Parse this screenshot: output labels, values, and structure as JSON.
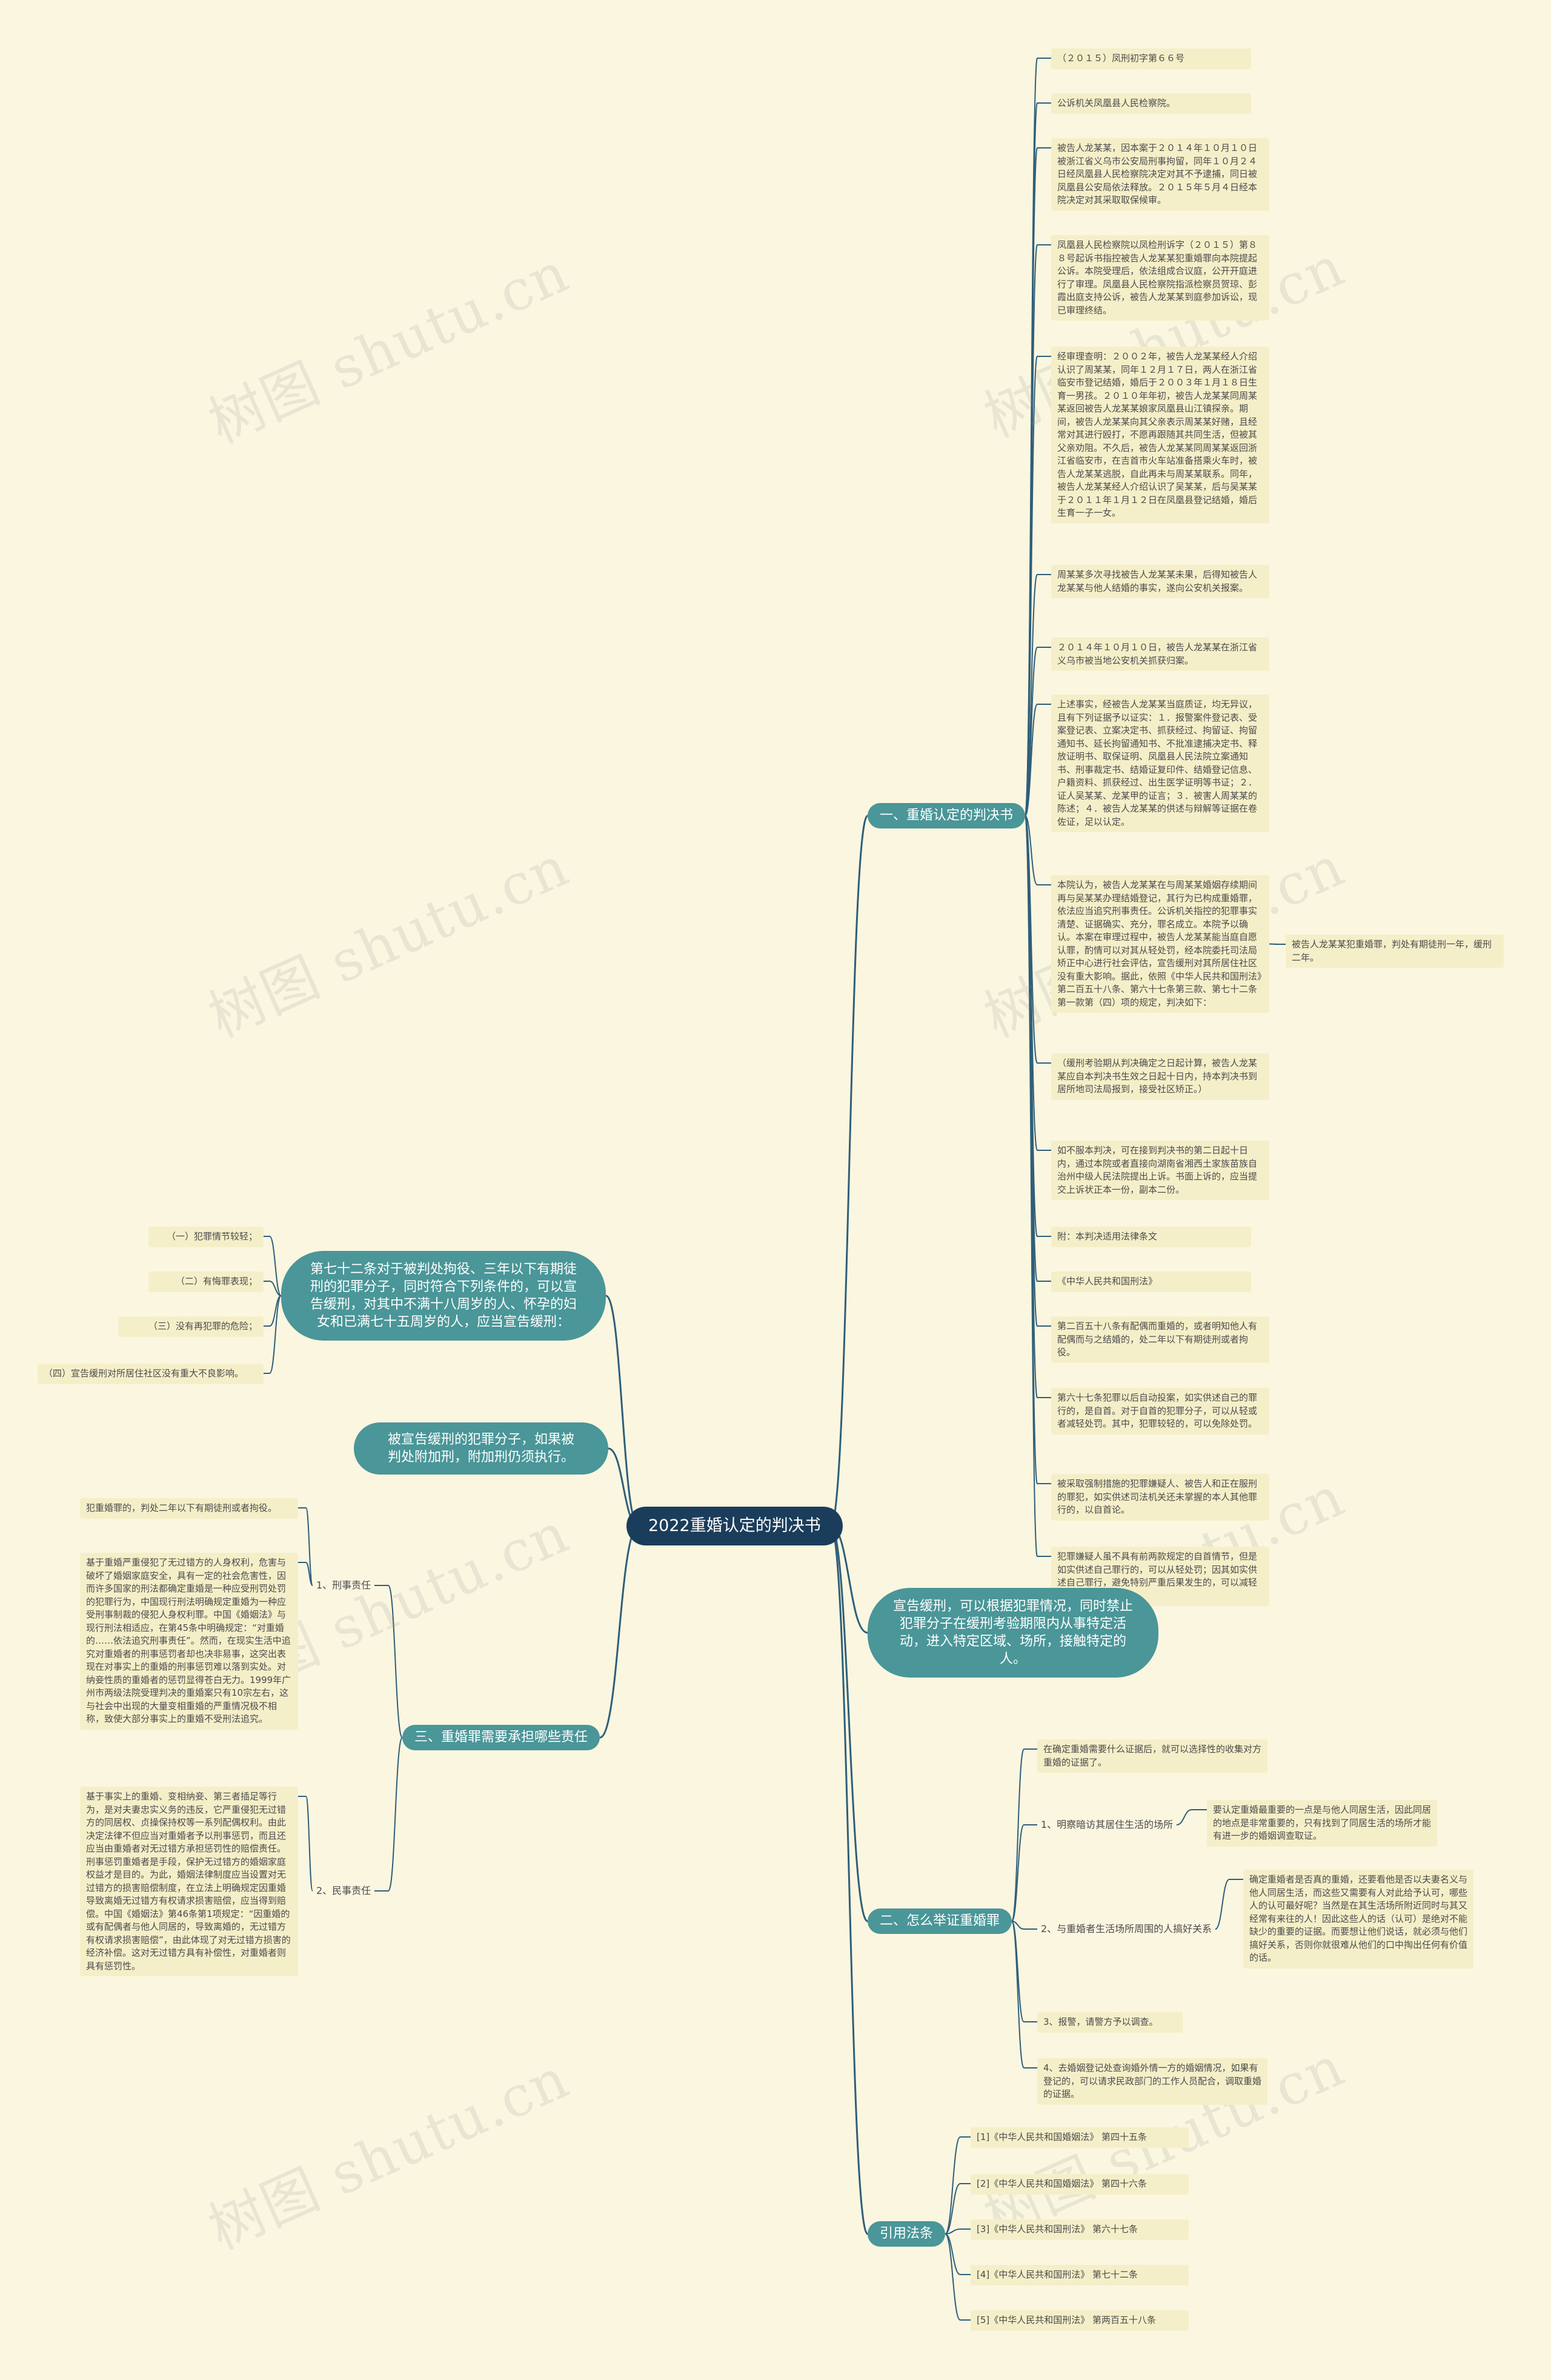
{
  "root": {
    "title": "2022重婚认定的判决书"
  },
  "watermark": "树图 shutu.cn",
  "branch1": {
    "label": "一、重婚认定的判决书",
    "items": [
      "（２０１５）凤刑初字第６６号",
      "公诉机关凤凰县人民检察院。",
      "被告人龙某某，因本案于２０１４年１０月１０日被浙江省义乌市公安局刑事拘留，同年１０月２４日经凤凰县人民检察院决定对其不予逮捕，同日被凤凰县公安局依法释放。２０１５年５月４日经本院决定对其采取取保候审。",
      "凤凰县人民检察院以凤检刑诉字（２０１５）第８８号起诉书指控被告人龙某某犯重婚罪向本院提起公诉。本院受理后，依法组成合议庭，公开开庭进行了审理。凤凰县人民检察院指派检察员贺琼、彭霞出庭支持公诉，被告人龙某某到庭参加诉讼，现已审理终结。",
      "经审理查明：２００２年，被告人龙某某经人介绍认识了周某某，同年１２月１７日，两人在浙江省临安市登记结婚，婚后于２００３年１月１８日生育一男孩。２０１０年年初，被告人龙某某同周某某返回被告人龙某某娘家凤凰县山江镇探亲。期间，被告人龙某某向其父亲表示周某某好赌，且经常对其进行殴打，不愿再跟随其共同生活，但被其父亲劝阻。不久后，被告人龙某某同周某某返回浙江省临安市，在吉首市火车站准备搭乘火车时，被告人龙某某逃脱，自此再未与周某某联系。同年，被告人龙某某经人介绍认识了吴某某，后与吴某某于２０１１年１月１２日在凤凰县登记结婚，婚后生育一子一女。",
      "周某某多次寻找被告人龙某某未果，后得知被告人龙某某与他人结婚的事实，遂向公安机关报案。",
      "２０１４年１０月１０日，被告人龙某某在浙江省义乌市被当地公安机关抓获归案。",
      "上述事实，经被告人龙某某当庭质证，均无异议，且有下列证据予以证实：１．报警案件登记表、受案登记表、立案决定书、抓获经过、拘留证、拘留通知书、延长拘留通知书、不批准逮捕决定书、释放证明书、取保证明、凤凰县人民法院立案通知书、刑事裁定书、结婚证复印件、结婚登记信息、户籍资料、抓获经过、出生医学证明等书证；２．证人吴某某、龙某甲的证言；３．被害人周某某的陈述；４．被告人龙某某的供述与辩解等证据在卷佐证，足以认定。",
      "本院认为，被告人龙某某在与周某某婚姻存续期间再与吴某某办理结婚登记，其行为已构成重婚罪，依法应当追究刑事责任。公诉机关指控的犯罪事实清楚、证据确实、充分，罪名成立。本院予以确认。本案在审理过程中，被告人龙某某能当庭自愿认罪，酌情可以对其从轻处罚，经本院委托司法局矫正中心进行社会评估，宣告缓刑对其所居住社区没有重大影响。据此，依照《中华人民共和国刑法》第二百五十八条、第六十七条第三款、第七十二条第一款第（四）项的规定，判决如下：",
      "（缓刑考验期从判决确定之日起计算，被告人龙某某应自本判决书生效之日起十日内，持本判决书到居所地司法局报到，接受社区矫正。）",
      "如不服本判决，可在接到判决书的第二日起十日内，通过本院或者直接向湖南省湘西土家族苗族自治州中级人民法院提出上诉。书面上诉的，应当提交上诉状正本一份，副本二份。",
      "附：本判决适用法律条文",
      "《中华人民共和国刑法》",
      "第二百五十八条有配偶而重婚的，或者明知他人有配偶而与之结婚的，处二年以下有期徒刑或者拘役。",
      "第六十七条犯罪以后自动投案，如实供述自己的罪行的，是自首。对于自首的犯罪分子，可以从轻或者减轻处罚。其中，犯罪较轻的，可以免除处罚。",
      "被采取强制措施的犯罪嫌疑人、被告人和正在服刑的罪犯，如实供述司法机关还未掌握的本人其他罪行的，以自首论。",
      "犯罪嫌疑人虽不具有前两款规定的自首情节，但是如实供述自己罪行的，可以从轻处罚；因其如实供述自己罪行，避免特别严重后果发生的，可以减轻处罚。"
    ],
    "verdict": "被告人龙某某犯重婚罪，判处有期徒刑一年，缓刑二年。"
  },
  "probation_bubble": {
    "text": "第七十二条对于被判处拘役、三年以下有期徒刑的犯罪分子，同时符合下列条件的，可以宣告缓刑，对其中不满十八周岁的人、怀孕的妇女和已满七十五周岁的人，应当宣告缓刑：",
    "conditions": [
      "（一）犯罪情节较轻；",
      "（二）有悔罪表现；",
      "（三）没有再犯罪的危险；",
      "（四）宣告缓刑对所居住社区没有重大不良影响。"
    ]
  },
  "additional_bubble": {
    "text": "被宣告缓刑的犯罪分子，如果被判处附加刑，附加刑仍须执行。"
  },
  "forbid_bubble": {
    "text": "宣告缓刑，可以根据犯罪情况，同时禁止犯罪分子在缓刑考验期限内从事特定活动，进入特定区域、场所，接触特定的人。"
  },
  "branch3": {
    "label": "三、重婚罪需要承担哪些责任",
    "criminal": {
      "label": "1、刑事责任",
      "items": [
        "犯重婚罪的，判处二年以下有期徒刑或者拘役。",
        "基于重婚严重侵犯了无过错方的人身权利，危害与破坏了婚姻家庭安全，具有一定的社会危害性，因而许多国家的刑法都确定重婚是一种应受刑罚处罚的犯罪行为，中国现行刑法明确规定重婚为一种应受刑事制裁的侵犯人身权利罪。中国《婚姻法》与现行刑法相适应，在第45条中明确规定：“对重婚的……依法追究刑事责任”。然而，在现实生活中追究对重婚者的刑事惩罚者却也决非易事，这突出表现在对事实上的重婚的刑事惩罚难以落到实处。对纳妾性质的重婚者的惩罚显得苍白无力。1999年广州市两级法院受理判决的重婚案只有10宗左右，这与社会中出现的大量变相重婚的严重情况极不相称，致使大部分事实上的重婚不受刑法追究。"
      ]
    },
    "civil": {
      "label": "2、民事责任",
      "items": [
        "基于事实上的重婚、变相纳妾、第三者插足等行为，是对夫妻忠实义务的违反，它严重侵犯无过错方的同居权、贞操保持权等一系列配偶权利。由此决定法律不但应当对重婚者予以刑事惩罚，而且还应当由重婚者对无过错方承担惩罚性的赔偿责任。刑事惩罚重婚者是手段，保护无过错方的婚姻家庭权益才是目的。为此，婚姻法律制度应当设置对无过错方的损害赔偿制度，在立法上明确规定因重婚导致离婚无过错方有权请求损害赔偿，应当得到赔偿。中国《婚姻法》第46条第1项规定：“因重婚的或有配偶者与他人同居的，导致离婚的，无过错方有权请求损害赔偿”，由此体现了对无过错方损害的经济补偿。这对无过错方具有补偿性，对重婚者则具有惩罚性。"
      ]
    }
  },
  "branch2": {
    "label": "二、怎么举证重婚罪",
    "intro": "在确定重婚需要什么证据后，就可以选择性的收集对方重婚的证据了。",
    "steps": [
      {
        "label": "1、明察暗访其居住生活的场所",
        "detail": "要认定重婚最重要的一点是与他人同居生活，因此同居的地点是非常重要的，只有找到了同居生活的场所才能有进一步的婚姻调查取证。"
      },
      {
        "label": "2、与重婚者生活场所周围的人搞好关系",
        "detail": "确定重婚者是否真的重婚，还要看他是否以夫妻名义与他人同居生活，而这些又需要有人对此给予认可，哪些人的认可最好呢？当然是在其生活场所附近同时与其又经常有来往的人！因此这些人的话（认可）是绝对不能缺少的重要的证据。而要想让他们说话，就必须与他们搞好关系，否则你就很难从他们的口中掏出任何有价值的话。"
      },
      {
        "label": "3、报警，请警方予以调查。",
        "detail": ""
      },
      {
        "label": "4、去婚姻登记处查询婚外情一方的婚姻情况，如果有登记的，可以请求民政部门的工作人员配合，调取重婚的证据。",
        "detail": ""
      }
    ]
  },
  "laws": {
    "label": "引用法条",
    "items": [
      "[1]《中华人民共和国婚姻法》 第四十五条",
      "[2]《中华人民共和国婚姻法》 第四十六条",
      "[3]《中华人民共和国刑法》 第六十七条",
      "[4]《中华人民共和国刑法》 第七十二条",
      "[5]《中华人民共和国刑法》 第两百五十八条"
    ]
  },
  "colors": {
    "background": "#fbf6e0",
    "root": "#1b3d5c",
    "branch": "#4a9698",
    "leaf": "#f5efc9",
    "link": "#2f5f79"
  }
}
